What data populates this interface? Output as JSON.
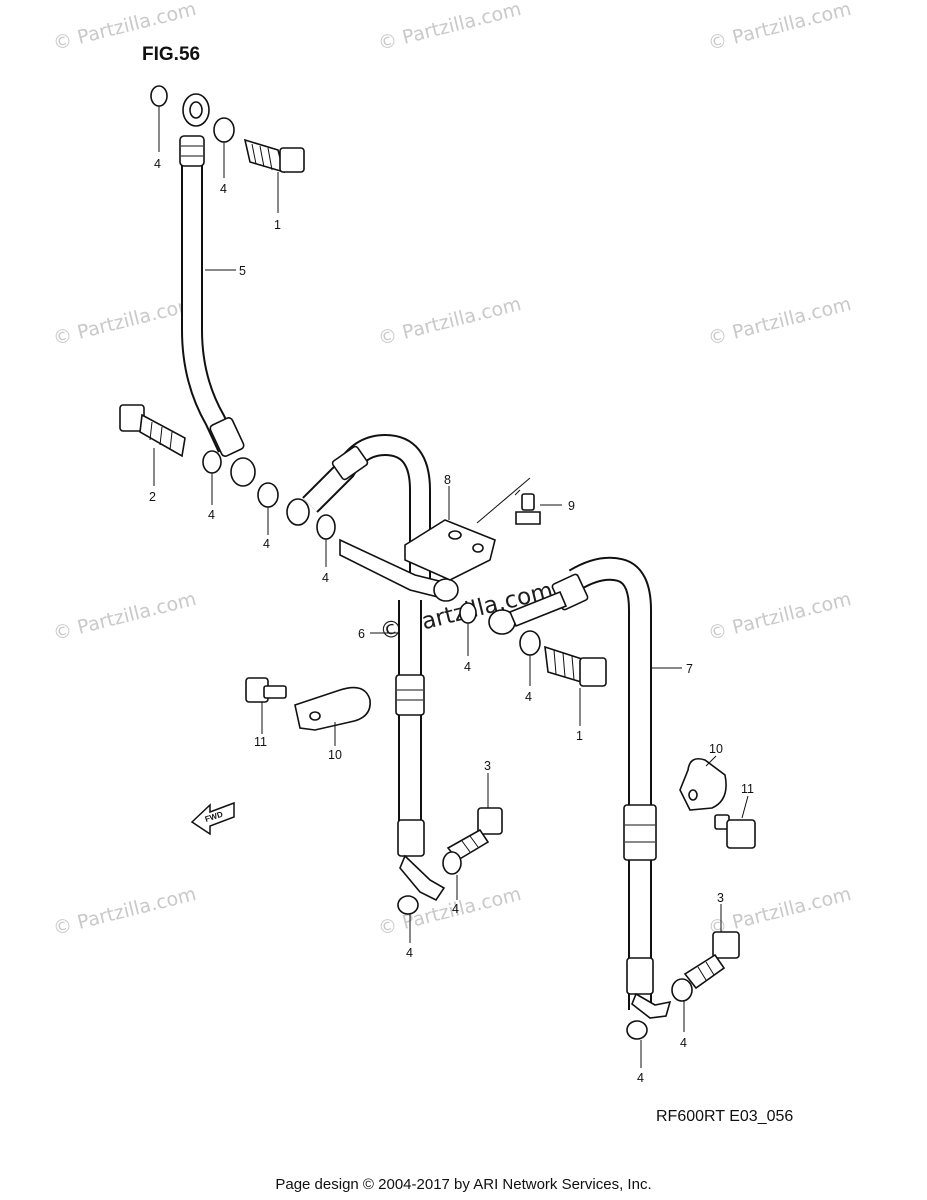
{
  "figure": {
    "title": "FIG.56",
    "code": "RF600RT E03_056"
  },
  "footer": {
    "text": "Page design © 2004-2017 by ARI Network Services, Inc."
  },
  "watermark": {
    "text": "© Partzilla.com",
    "center_text": "© Partzilla.com"
  },
  "fwd_label": "FWD",
  "callouts": [
    {
      "id": "c1",
      "label": "4"
    },
    {
      "id": "c2",
      "label": "4"
    },
    {
      "id": "c3",
      "label": "1"
    },
    {
      "id": "c4",
      "label": "5"
    },
    {
      "id": "c5",
      "label": "2"
    },
    {
      "id": "c6",
      "label": "4"
    },
    {
      "id": "c7",
      "label": "4"
    },
    {
      "id": "c8",
      "label": "8"
    },
    {
      "id": "c9",
      "label": "9"
    },
    {
      "id": "c10",
      "label": "4"
    },
    {
      "id": "c11",
      "label": "6"
    },
    {
      "id": "c12",
      "label": "4"
    },
    {
      "id": "c13",
      "label": "4"
    },
    {
      "id": "c14",
      "label": "1"
    },
    {
      "id": "c15",
      "label": "7"
    },
    {
      "id": "c16",
      "label": "11"
    },
    {
      "id": "c17",
      "label": "10"
    },
    {
      "id": "c18",
      "label": "10"
    },
    {
      "id": "c19",
      "label": "11"
    },
    {
      "id": "c20",
      "label": "3"
    },
    {
      "id": "c21",
      "label": "4"
    },
    {
      "id": "c22",
      "label": "4"
    },
    {
      "id": "c23",
      "label": "3"
    },
    {
      "id": "c24",
      "label": "4"
    },
    {
      "id": "c25",
      "label": "4"
    }
  ]
}
